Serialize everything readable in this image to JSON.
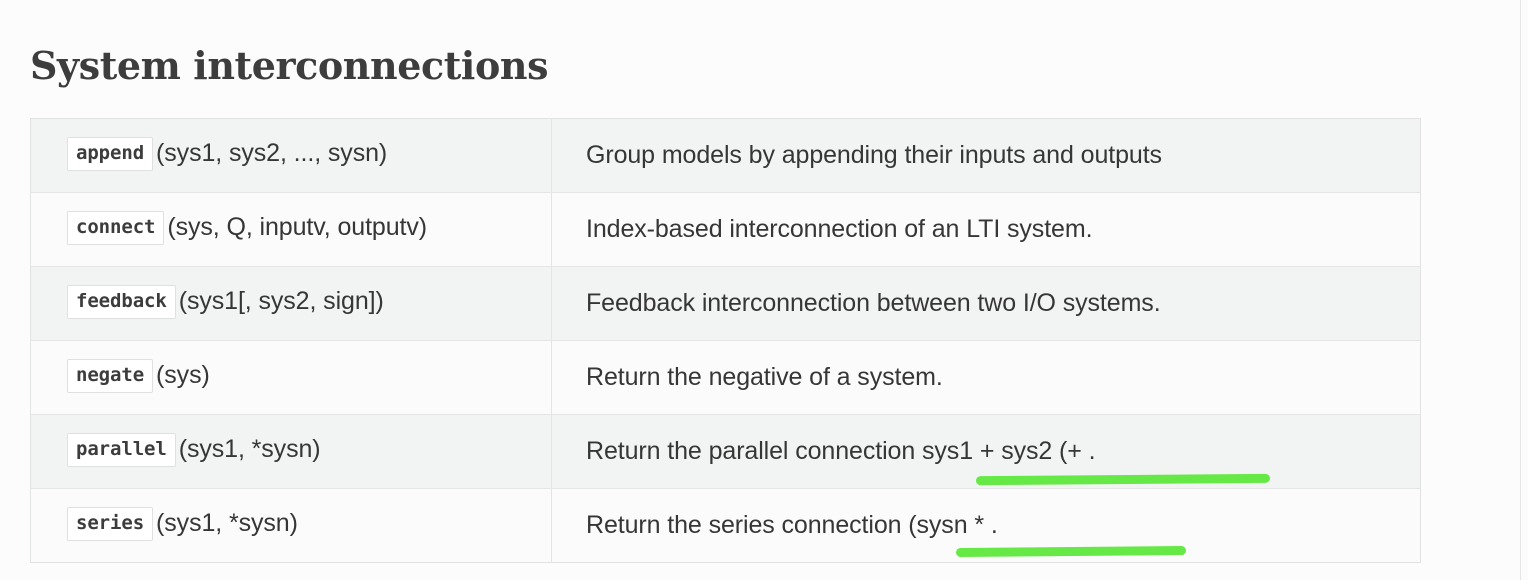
{
  "page": {
    "title": "System interconnections",
    "background_color": "#fcfcfc",
    "title_color": "#3d3d3d"
  },
  "table": {
    "border_color": "#e1e3e3",
    "row_bg_odd": "#f2f4f4",
    "row_bg_even": "#fbfbfb",
    "rows": [
      {
        "func": "append",
        "args": "(sys1, sys2, ..., sysn)",
        "description": "Group models by appending their inputs and outputs",
        "highlight": null
      },
      {
        "func": "connect",
        "args": "(sys, Q, inputv, outputv)",
        "description": "Index-based interconnection of an LTI system.",
        "highlight": null
      },
      {
        "func": "feedback",
        "args": "(sys1[, sys2, sign])",
        "description": "Feedback interconnection between two I/O systems.",
        "highlight": null
      },
      {
        "func": "negate",
        "args": "(sys)",
        "description": "Return the negative of a system.",
        "highlight": null
      },
      {
        "func": "parallel",
        "args": "(sys1, *sysn)",
        "description": "Return the parallel connection sys1 + sys2 (+ .",
        "highlight": "a"
      },
      {
        "func": "series",
        "args": "(sys1, *sysn)",
        "description": "Return the series connection (sysn * .",
        "highlight": "b"
      }
    ]
  },
  "annotations": {
    "marker_color": "#66e947",
    "strokes": [
      {
        "id": "a",
        "under_text": "sys1 + sys2 (+ .",
        "row": "parallel"
      },
      {
        "id": "b",
        "under_text": "(sysn * .",
        "row": "series"
      }
    ]
  }
}
